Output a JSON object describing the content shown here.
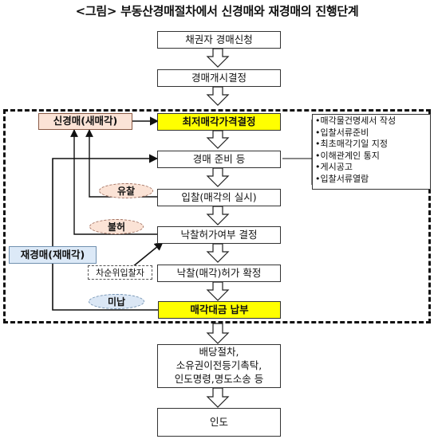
{
  "title": "<그림> 부동산경매절차에서 신경매와 재경매의 진행단계",
  "steps": {
    "s1": "채권자 경매신청",
    "s2": "경매개시결정",
    "s3": "최저매각가격결정",
    "s4": "경매 준비 등",
    "s5": "입찰(매각의 실시)",
    "s6": "낙찰허가여부 결정",
    "s7": "낙찰(매각)허가 확정",
    "s8": "매각대금 납부",
    "s9_1": "배당절차,",
    "s9_2": "소유권이전등기촉탁,",
    "s9_3": "인도명령,명도소송 등",
    "s10": "인도"
  },
  "labels": {
    "new_auction": "신경매(새매각)",
    "re_auction": "재경매(재매각)",
    "failed_bid": "유찰",
    "not_permitted": "불허",
    "unpaid": "미납",
    "next_bidder": "차순위입찰자"
  },
  "notes": [
    "매각물건명세서 작성",
    "입찰서류준비",
    "최초매각기일 지정",
    "이해관계인 통지",
    "게시공고",
    "입찰서류열람"
  ],
  "colors": {
    "highlight": "#ffff00",
    "new_auction_fill": "#fbe3d6",
    "re_auction_fill": "#dce9f7"
  }
}
